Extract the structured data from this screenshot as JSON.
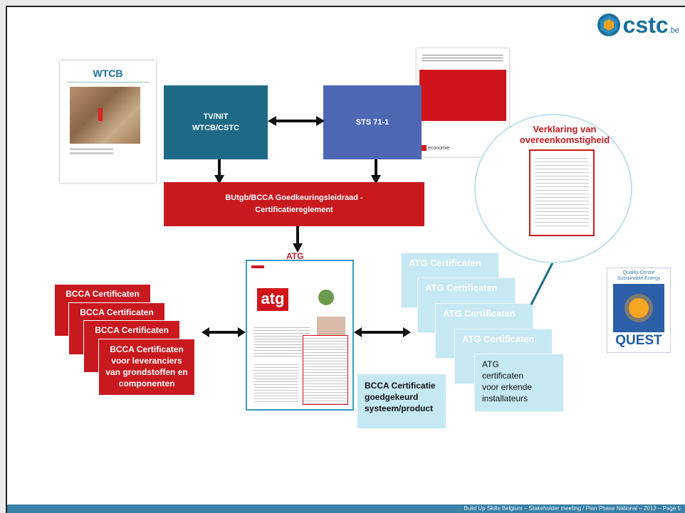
{
  "logo": {
    "name": "cstc",
    "suffix": ".be"
  },
  "wtcb_doc": {
    "title": "WTCB"
  },
  "boxes": {
    "tvnit": [
      "TV/NIT",
      "WTCB/CSTC"
    ],
    "sts": "STS 71-1",
    "butgb": [
      "BUtgb/BCCA Goedkeuringsleidraad -",
      "Certificatiereglement"
    ],
    "bcca_product": [
      "BCCA Certificatie",
      "goedgekeurd",
      "systeem/product"
    ]
  },
  "sts_doc": {
    "brand": "economie"
  },
  "atg_label": "ATG",
  "atg_doc": {
    "logo": "atg"
  },
  "bcca_cards": [
    {
      "label": "BCCA Certificaten"
    },
    {
      "label": "BCCA Certificaten"
    },
    {
      "label": "BCCA Certificaten"
    },
    {
      "lines": [
        "BCCA Certificaten",
        "voor leveranciers",
        "van grondstoffen en",
        "componenten"
      ]
    }
  ],
  "atg_cards": [
    {
      "label": "ATG Certificaten"
    },
    {
      "label": "ATG Certificaten"
    },
    {
      "label": "ATG Certificaten"
    },
    {
      "label": "ATG Certificaten"
    },
    {
      "lines": [
        "ATG",
        "certificaten",
        "voor erkende",
        "installateurs"
      ]
    }
  ],
  "verklaring": [
    "Verklaring van",
    "overeenkomstigheid"
  ],
  "quest": {
    "top": [
      "Quality Centre",
      "Sustainable Energy"
    ],
    "name": "QUEST"
  },
  "footer": "Build Up Skills Belgium – Stakeholder meeting / Plan Phase National – 2013 – Page 5",
  "colors": {
    "teal": "#1d6a86",
    "blue": "#4d67b3",
    "red": "#c8191f",
    "light_cyan": "#c6e8f2",
    "cstc_blue": "#1a6f9b"
  }
}
